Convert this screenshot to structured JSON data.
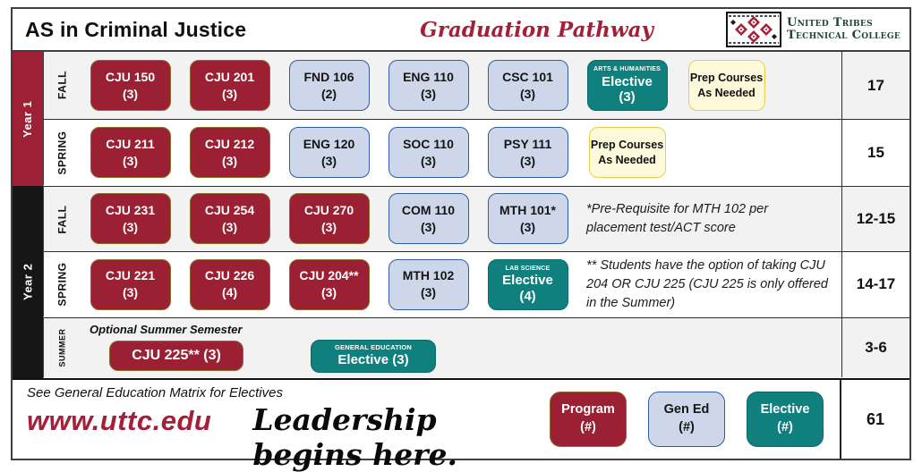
{
  "header": {
    "title": "AS in Criminal Justice",
    "pathway": "Graduation Pathway",
    "logo_line1": "United Tribes",
    "logo_line2": "Technical College"
  },
  "sidebar": {
    "year1": "Year 1",
    "year2": "Year 2"
  },
  "rows": [
    {
      "semester": "FALL",
      "credits": "17",
      "courses": [
        {
          "line1": "CJU 150",
          "line2": "(3)"
        },
        {
          "line1": "CJU 201",
          "line2": "(3)"
        },
        {
          "line1": "FND 106",
          "line2": "(2)"
        },
        {
          "line1": "ENG 110",
          "line2": "(3)"
        },
        {
          "line1": "CSC 101",
          "line2": "(3)"
        }
      ],
      "elective": {
        "tag": "ARTS & HUMANITIES",
        "line1": "Elective",
        "line2": "(3)"
      },
      "prep": {
        "line1": "Prep Courses",
        "line2": "As Needed"
      }
    },
    {
      "semester": "SPRING",
      "credits": "15",
      "courses": [
        {
          "line1": "CJU 211",
          "line2": "(3)"
        },
        {
          "line1": "CJU 212",
          "line2": "(3)"
        },
        {
          "line1": "ENG 120",
          "line2": "(3)"
        },
        {
          "line1": "SOC 110",
          "line2": "(3)"
        },
        {
          "line1": "PSY 111",
          "line2": "(3)"
        }
      ],
      "prep": {
        "line1": "Prep Courses",
        "line2": "As Needed"
      }
    },
    {
      "semester": "FALL",
      "credits": "12-15",
      "courses": [
        {
          "line1": "CJU 231",
          "line2": "(3)"
        },
        {
          "line1": "CJU 254",
          "line2": "(3)"
        },
        {
          "line1": "CJU 270",
          "line2": "(3)"
        },
        {
          "line1": "COM 110",
          "line2": "(3)"
        },
        {
          "line1": "MTH 101*",
          "line2": "(3)"
        }
      ],
      "note": "*Pre-Requisite for MTH 102 per placement test/ACT score"
    },
    {
      "semester": "SPRING",
      "credits": "14-17",
      "courses": [
        {
          "line1": "CJU 221",
          "line2": "(3)"
        },
        {
          "line1": "CJU 226",
          "line2": "(4)"
        },
        {
          "line1": "CJU 204**",
          "line2": "(3)"
        },
        {
          "line1": "MTH 102",
          "line2": "(3)"
        }
      ],
      "elective": {
        "tag": "LAB SCIENCE",
        "line1": "Elective",
        "line2": "(4)"
      },
      "note": "** Students have the option of taking CJU 204 OR CJU 225 (CJU 225 is only offered in the Summer)"
    },
    {
      "semester": "SUMMER",
      "credits": "3-6",
      "optional_label": "Optional Summer Semester",
      "summer_course": {
        "line1": "CJU 225** (3)"
      },
      "summer_elective": {
        "tag": "GENERAL EDUCATION",
        "line1": "Elective (3)"
      }
    }
  ],
  "footer": {
    "note": "See General Education Matrix for Electives",
    "website": "www.uttc.edu",
    "tagline": "Leadership begins here.",
    "total": "61"
  },
  "legend": [
    {
      "line1": "Program",
      "line2": "(#)"
    },
    {
      "line1": "Gen Ed",
      "line2": "(#)"
    },
    {
      "line1": "Elective",
      "line2": "(#)"
    }
  ],
  "colors": {
    "program_red": "#9B2033",
    "gened_blue": "#CDD7E9",
    "elective_teal": "#10807E",
    "prep_yellow": "#FCFADA",
    "accent_red": "#A42039",
    "year2_black": "#161616",
    "row_gray": "#F2F2F2",
    "logo_green": "#25423A"
  }
}
